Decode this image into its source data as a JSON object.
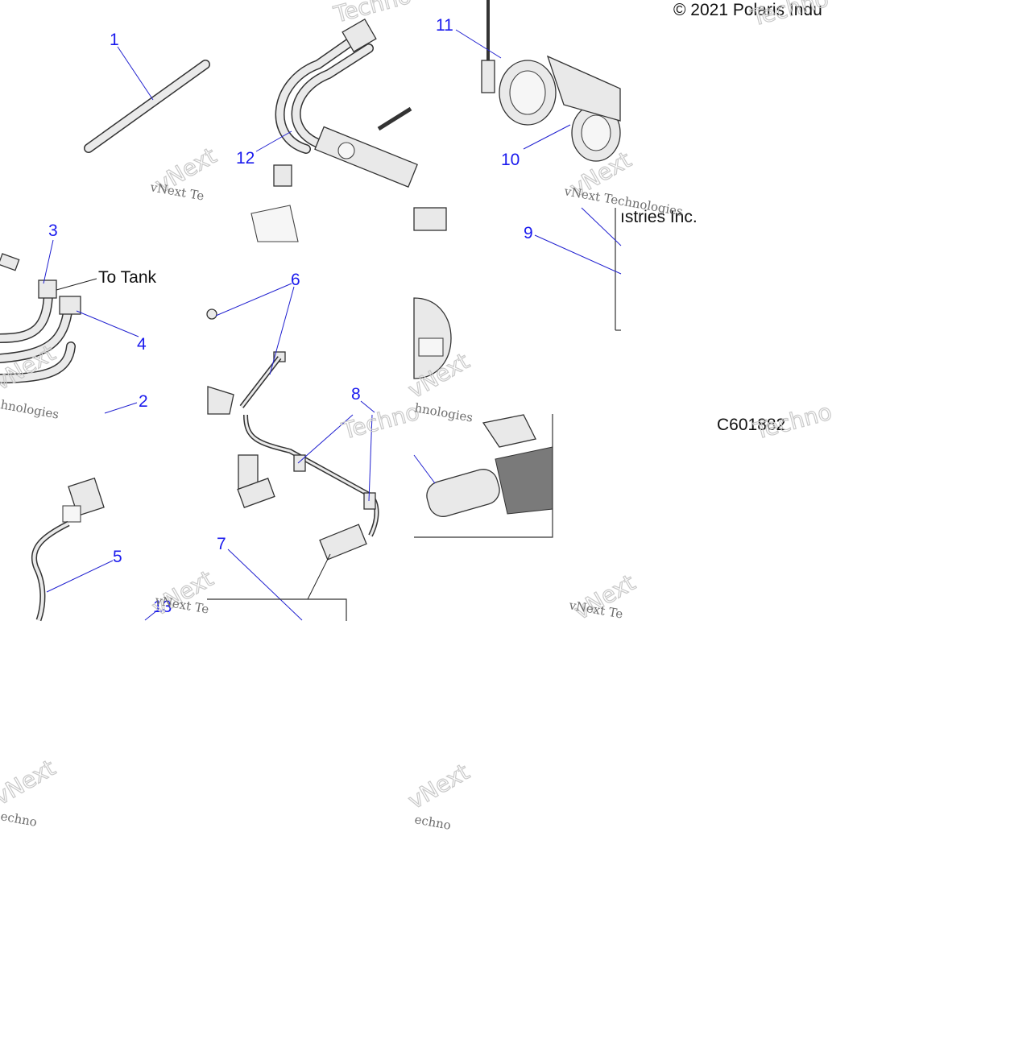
{
  "colors": {
    "callout": "#1a1aee",
    "leader": "#2020d0",
    "ink": "#111111",
    "watermark": "#6e6e6e"
  },
  "notes": {
    "copyright_a": "© 2021 Polaris Indu",
    "copyright_b": "ıstries Inc.",
    "to_tank": "To Tank",
    "drawing_number": "C601882"
  },
  "callouts": [
    "1",
    "2",
    "3",
    "4",
    "5",
    "6",
    "7",
    "8",
    "9",
    "10",
    "11",
    "12",
    "13"
  ],
  "watermark": {
    "small": "vNext Te",
    "small_alt": "vNext Technologies",
    "big": "Techno",
    "big_alt": "vNext",
    "frag_a": "hnologies",
    "frag_b": "echno"
  }
}
